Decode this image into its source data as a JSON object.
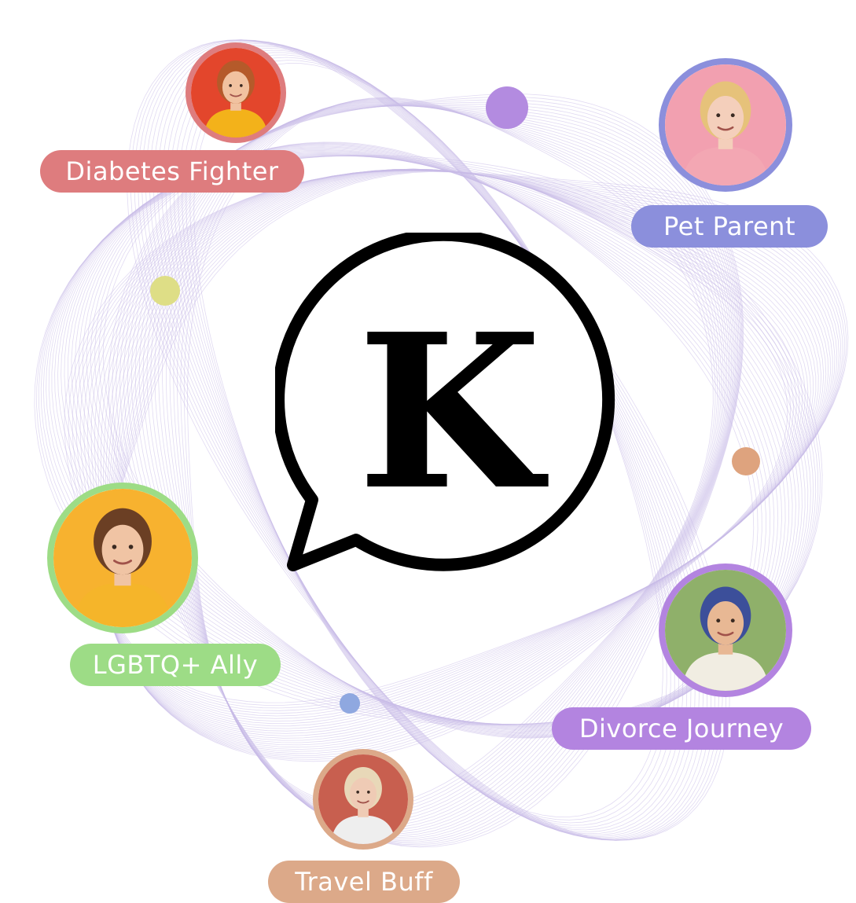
{
  "brand": {
    "logo_letter": "K",
    "logo_icon": "speech-bubble-k-logo"
  },
  "profiles": [
    {
      "label": "Diabetes Fighter",
      "color": "#de7c7e",
      "photo_bg": "#e3462c",
      "clothing": "#f3b21a",
      "hair": "#b55a2a",
      "skin": "#f1c2a0",
      "icon": "person-avatar"
    },
    {
      "label": "Pet Parent",
      "color": "#8b8fdc",
      "photo_bg": "#f2a0b0",
      "clothing": "#f3a7b3",
      "hair": "#e6c27a",
      "skin": "#f4cfbb",
      "icon": "person-avatar"
    },
    {
      "label": "LGBTQ+ Ally",
      "color": "#9ddc86",
      "photo_bg": "#f7b22f",
      "clothing": "#f5b52a",
      "hair": "#6b3f24",
      "skin": "#f0c4a4",
      "icon": "person-avatar"
    },
    {
      "label": "Divorce Journey",
      "color": "#b384e0",
      "photo_bg": "#8fb06a",
      "clothing": "#f1ede2",
      "hair": "#3c4f9a",
      "skin": "#e8b894",
      "icon": "person-avatar"
    },
    {
      "label": "Travel Buff",
      "color": "#dca989",
      "photo_bg": "#c85f4f",
      "clothing": "#eeeeee",
      "hair": "#e8d8b8",
      "skin": "#efcbb5",
      "icon": "person-avatar"
    }
  ],
  "dots": [
    {
      "color": "#b38be0"
    },
    {
      "color": "#dede86"
    },
    {
      "color": "#dea37e"
    },
    {
      "color": "#8fa8e0"
    }
  ],
  "background": {
    "wave_color": "#c9bce8"
  }
}
